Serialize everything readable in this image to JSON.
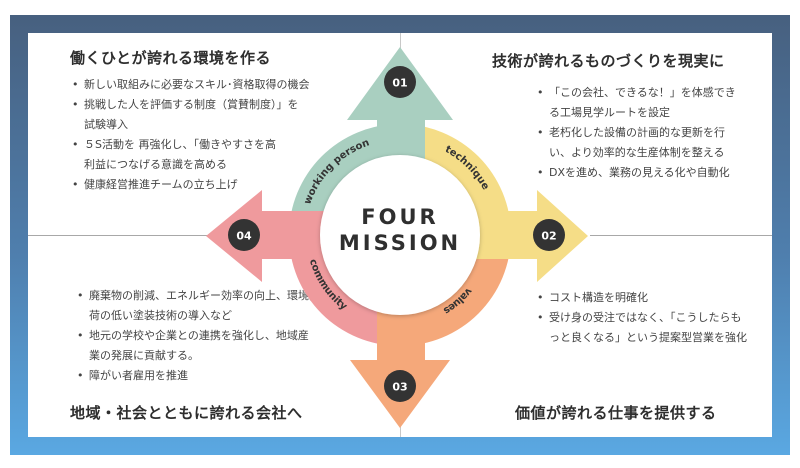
{
  "center": {
    "line1": "FOUR",
    "line2": "MISSION"
  },
  "missions": [
    {
      "number": "01",
      "label": "working person",
      "color": "#a9cfc0",
      "heading": "働くひとが誇れる環境を作る",
      "bullets": [
        "新しい取組みに必要なスキル･資格取得の機会",
        "挑戦した人を評価する制度（賞賛制度）」を試験導入",
        "５S活動を 再強化し、「働きやすさを高利益につなげる意識を高める",
        "健康経営推進チームの立ち上げ"
      ]
    },
    {
      "number": "02",
      "label": "technique",
      "color": "#f5dd87",
      "heading": "技術が誇れるものづくりを現実に",
      "bullets": [
        "「この会社、できるな！」を体感できる工場見学ルートを設定",
        "老朽化した設備の計画的な更新を行い、より効率的な生産体制を整える",
        "DXを進め、業務の見える化や自動化"
      ]
    },
    {
      "number": "03",
      "label": "values",
      "color": "#f5a87a",
      "heading": "価値が誇れる仕事を提供する",
      "bullets": [
        "コスト構造を明確化",
        "受け身の受注ではなく、「こうしたらもっと良くなる」という提案型営業を強化"
      ]
    },
    {
      "number": "04",
      "label": "community",
      "color": "#ef9a9d",
      "heading": "地域・社会とともに誇れる会社へ",
      "bullets": [
        "廃棄物の削減、エネルギー効率の向上、環境負荷の低い塗装技術の導入など",
        "地元の学校や企業との連携を強化し、地域産業の発展に貢献する。",
        "障がい者雇用を推進"
      ]
    }
  ]
}
